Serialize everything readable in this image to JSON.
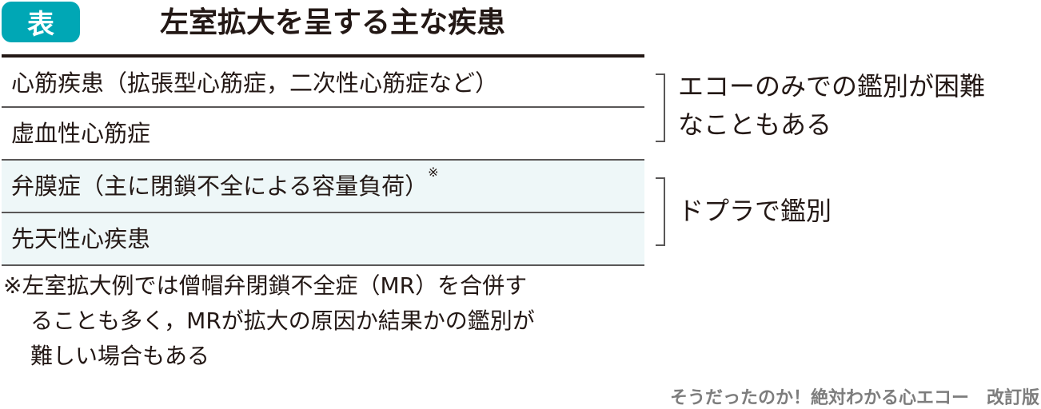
{
  "badge": "表",
  "title": "左室拡大を呈する主な疾患",
  "rows": [
    {
      "text": "心筋疾患（拡張型心筋症，二次性心筋症など）"
    },
    {
      "text": "虚血性心筋症"
    },
    {
      "text": "弁膜症（主に閉鎖不全による容量負荷）",
      "mark": "※"
    },
    {
      "text": "先天性心疾患"
    }
  ],
  "groups": [
    {
      "lines": [
        "エコーのみでの鑑別が困難",
        "なこともある"
      ]
    },
    {
      "lines": [
        "ドプラで鑑別"
      ]
    }
  ],
  "footnote": [
    "※左室拡大例では僧帽弁閉鎖不全症（MR）を合併す",
    "ることも多く，MRが拡大の原因か結果かの鑑別が",
    "難しい場合もある"
  ],
  "credit": "そうだったのか！絶対わかる心エコー　改訂版",
  "colors": {
    "accent": "#00a7b5",
    "shade": "#eef7f8"
  }
}
